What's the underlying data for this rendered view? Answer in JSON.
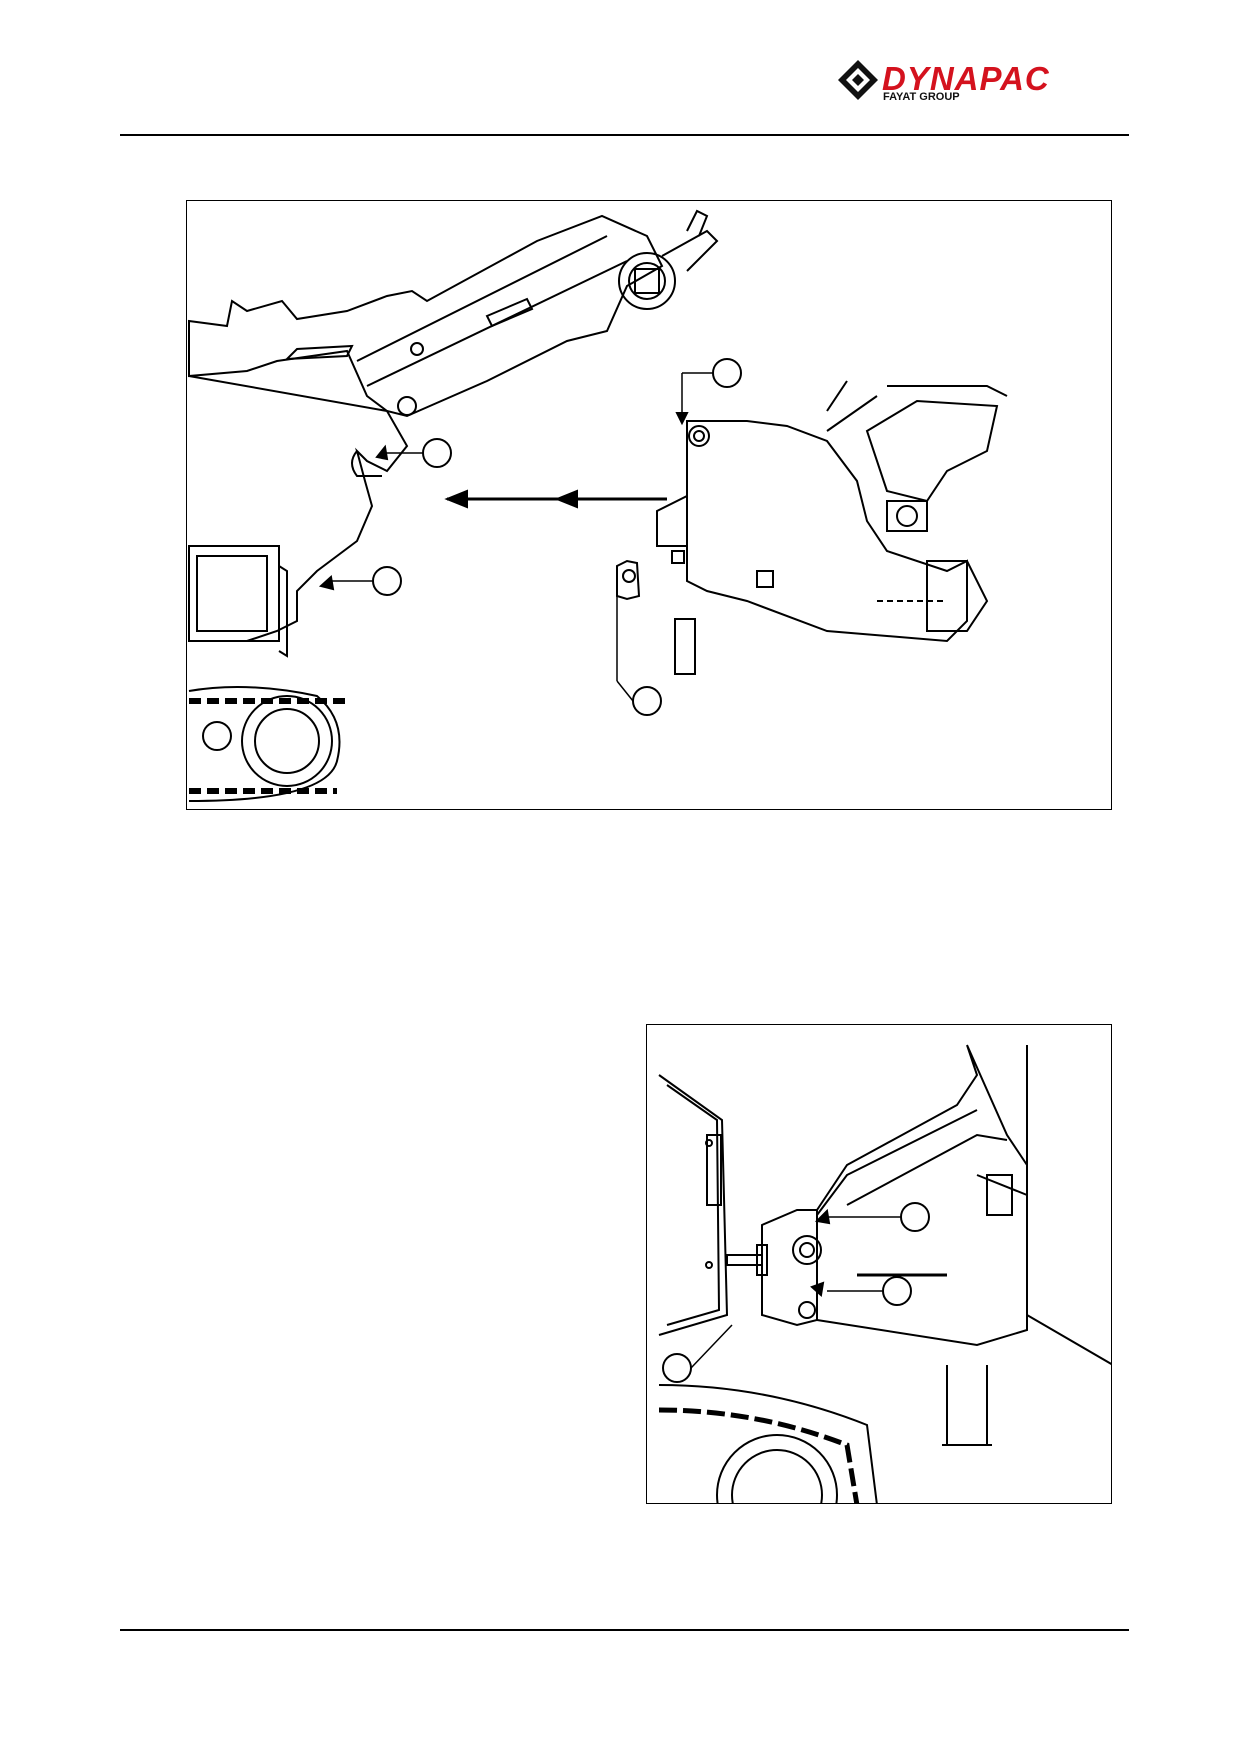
{
  "header": {
    "brand": "DYNAPAC",
    "brand_sub": "FAYAT GROUP",
    "brand_color": "#d4121e",
    "logo_icon": "dynapac-diamond-icon"
  },
  "figures": [
    {
      "name": "top-illustration",
      "description_icon": "paver-screed-coupling-drawing",
      "callouts": 4,
      "arrows": 2
    },
    {
      "name": "bottom-illustration",
      "description_icon": "coupling-detail-drawing",
      "callouts": 3
    }
  ]
}
